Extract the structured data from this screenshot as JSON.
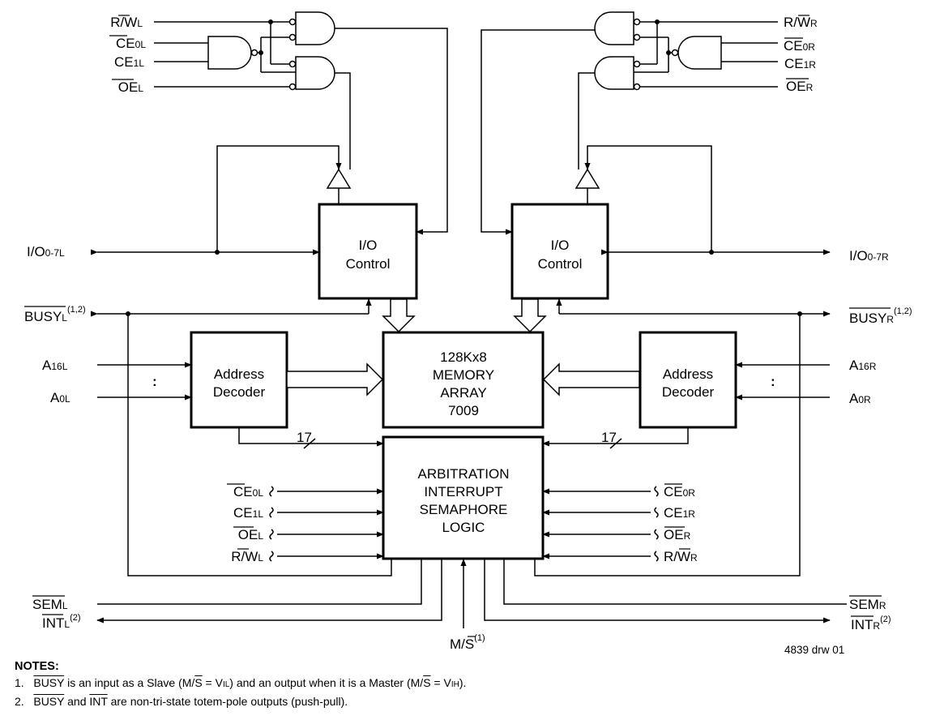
{
  "signals": {
    "rw_left": "R/W",
    "rw_left_sub": "L",
    "ce0_left": "CE",
    "ce0_left_sub": "0L",
    "ce1_left": "CE",
    "ce1_left_sub": "1L",
    "oe_left": "OE",
    "oe_left_sub": "L",
    "rw_right": "R/W",
    "rw_right_sub": "R",
    "ce0_right": "CE",
    "ce0_right_sub": "0R",
    "ce1_right": "CE",
    "ce1_right_sub": "1R",
    "oe_right": "OE",
    "oe_right_sub": "R",
    "io_left": "I/O",
    "io_left_sub": "0-7L",
    "io_right": "I/O",
    "io_right_sub": "0-7R",
    "busy_left": "BUSY",
    "busy_left_sub": "L",
    "busy_left_sup": "(1,2)",
    "busy_right": "BUSY",
    "busy_right_sub": "R",
    "busy_right_sup": "(1,2)",
    "a16_left": "A",
    "a16_left_sub": "16L",
    "a0_left": "A",
    "a0_left_sub": "0L",
    "a16_right": "A",
    "a16_right_sub": "16R",
    "a0_right": "A",
    "a0_right_sub": "0R",
    "sem_left": "SEM",
    "sem_left_sub": "L",
    "int_left": "INT",
    "int_left_sub": "L",
    "int_left_sup": "(2)",
    "sem_right": "SEM",
    "sem_right_sub": "R",
    "int_right": "INT",
    "int_right_sub": "R",
    "int_right_sup": "(2)",
    "ms": "M/S",
    "ms_sup": "(1)",
    "bus_width_left": "17",
    "bus_width_right": "17",
    "ellipsis": ":"
  },
  "blocks": {
    "io_control_line1": "I/O",
    "io_control_line2": "Control",
    "address_decoder_line1": "Address",
    "address_decoder_line2": "Decoder",
    "memory_line1": "128Kx8",
    "memory_line2": "MEMORY",
    "memory_line3": "ARRAY",
    "memory_line4": "7009",
    "arb_line1": "ARBITRATION",
    "arb_line2": "INTERRUPT",
    "arb_line3": "SEMAPHORE",
    "arb_line4": "LOGIC"
  },
  "drawing_number": "4839 drw 01",
  "notes": {
    "title": "NOTES:",
    "n1_num": "1.",
    "n1_busy": "BUSY",
    "n1_a": " is an input as a Slave (M/",
    "n1_s": "S",
    "n1_b": " = V",
    "n1_il": "IL",
    "n1_c": ") and an output when it is a Master (M/",
    "n1_s2": "S",
    "n1_d": " = V",
    "n1_ih": "IH",
    "n1_e": ").",
    "n2_num": "2.",
    "n2_busy": "BUSY",
    "n2_a": " and ",
    "n2_int": "INT",
    "n2_b": " are non-tri-state totem-pole outputs (push-pull)."
  }
}
